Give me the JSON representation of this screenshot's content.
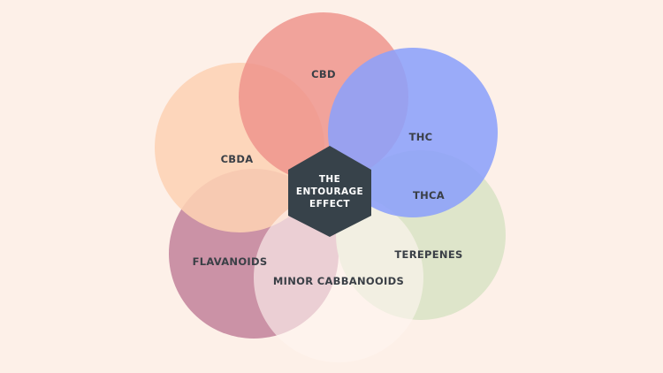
{
  "center": {
    "line1": "THE",
    "line2": "ENTOURAGE",
    "line3": "EFFECT",
    "fill": "#37424a"
  },
  "circles": [
    {
      "key": "flavanoids",
      "label": "FLAVANOIDS",
      "color": "#c88ca2"
    },
    {
      "key": "cbda",
      "label": "CBDA",
      "color": "#fdd2b4"
    },
    {
      "key": "terepenes",
      "label": "TEREPENES",
      "color": "#dce4c8"
    },
    {
      "key": "minor",
      "label": "MINOR CABBANOOIDS",
      "color": "#fff6f1"
    },
    {
      "key": "cbd",
      "label": "CBD",
      "color": "#ee918a"
    },
    {
      "key": "thc",
      "label": "THC",
      "color": "#8ca0fb"
    },
    {
      "key": "thca",
      "label": "THCA",
      "color": "#8ca0fb"
    }
  ]
}
